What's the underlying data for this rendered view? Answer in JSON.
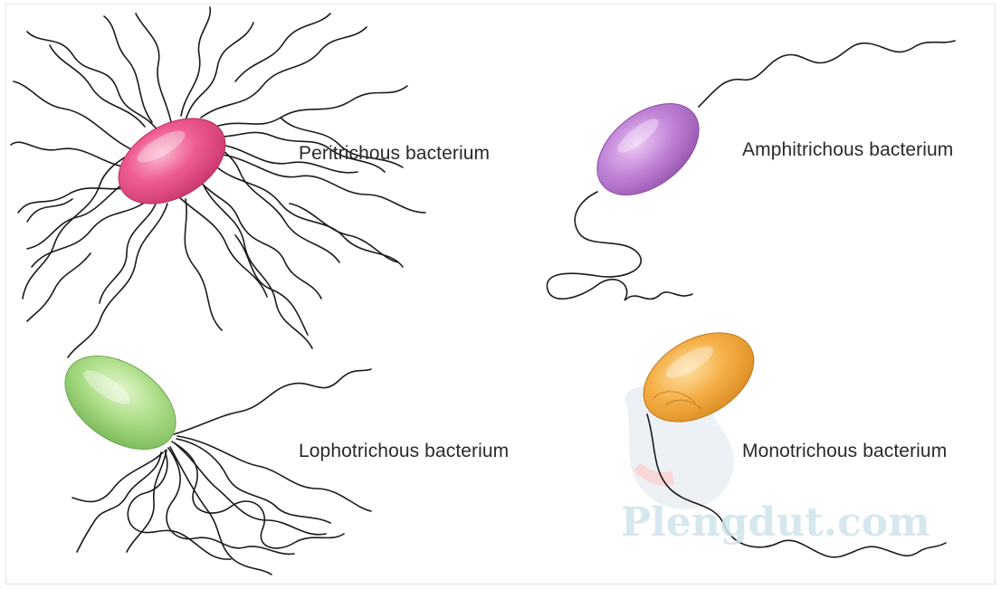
{
  "labels": {
    "peritrichous": "Peritrichous bacterium",
    "amphitrichous": "Amphitrichous bacterium",
    "lophotrichous": "Lophotrichous bacterium",
    "monotrichous": "Monotrichous bacterium"
  },
  "watermark": "Plengdut.com",
  "colors": {
    "peritrichous_cell": "#e8508a",
    "amphitrichous_cell": "#b56ac8",
    "lophotrichous_cell": "#9fd37a",
    "monotrichous_cell": "#f0a33a",
    "flagella": "#1a1a1a"
  }
}
